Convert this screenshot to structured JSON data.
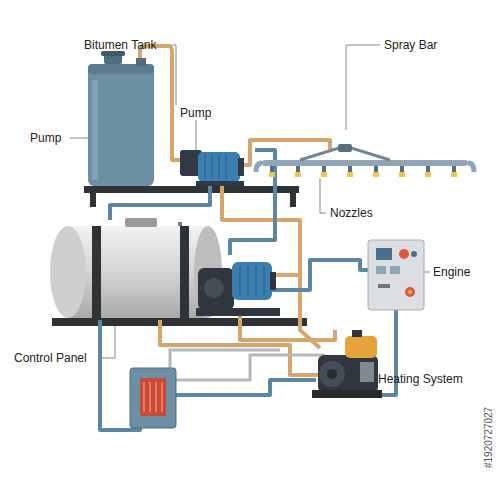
{
  "diagram": {
    "labels": [
      "Bitumen Tank",
      "Pump",
      "Pump",
      "Spray Bar",
      "Nozzles",
      "Engine",
      "Control Panel",
      "Heating System",
      "#1920727027"
    ]
  }
}
